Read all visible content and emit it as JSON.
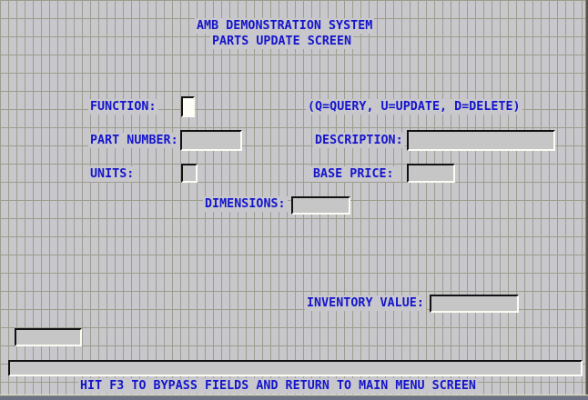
{
  "header": {
    "title": "AMB DEMONSTRATION SYSTEM",
    "subtitle": "PARTS UPDATE SCREEN"
  },
  "form": {
    "function": {
      "label": "FUNCTION:",
      "value": "",
      "hint": "(Q=QUERY, U=UPDATE, D=DELETE)"
    },
    "part_number": {
      "label": "PART NUMBER:",
      "value": ""
    },
    "description": {
      "label": "DESCRIPTION:",
      "value": ""
    },
    "units": {
      "label": "UNITS:",
      "value": ""
    },
    "base_price": {
      "label": "BASE PRICE:",
      "value": ""
    },
    "dimensions": {
      "label": "DIMENSIONS:",
      "value": ""
    },
    "inventory_value": {
      "label": "INVENTORY VALUE:",
      "value": ""
    },
    "status_field": {
      "value": ""
    },
    "message_field": {
      "value": ""
    }
  },
  "footer": {
    "instruction": "HIT F3 TO BYPASS FIELDS AND RETURN TO MAIN MENU SCREEN"
  },
  "colors": {
    "background": "#c7c7cc",
    "gridline": "#9d9d8d",
    "text_blue": "#1414cc",
    "field_face": "#c6c6c6",
    "field_active_face": "#fdfdf6",
    "border_dark": "#111111",
    "border_light": "#fcfcf4",
    "window_edge": "#6e7286"
  }
}
